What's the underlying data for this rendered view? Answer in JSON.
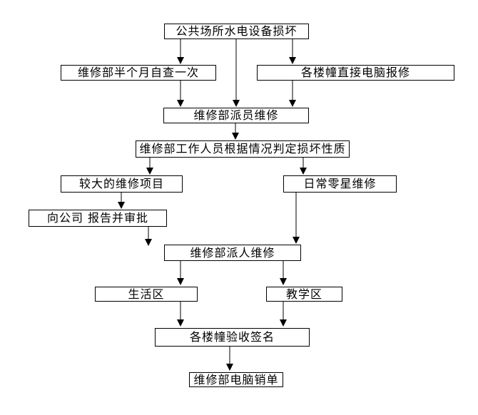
{
  "diagram": {
    "type": "flowchart",
    "colors": {
      "background": "#ffffff",
      "box_border": "#000000",
      "box_fill": "#ffffff",
      "text": "#000000",
      "arrow": "#000000"
    },
    "nodes": [
      {
        "label": "公共场所水电设备损坏"
      },
      {
        "label": "维修部半个月自查一次"
      },
      {
        "label": "各楼幢直接电脑报修"
      },
      {
        "label": "维修部派员维修"
      },
      {
        "label": "维修部工作人员根据情况判定损坏性质"
      },
      {
        "label": "较大的维修项目"
      },
      {
        "label": "日常零星维修"
      },
      {
        "label": "向公司 报告并审批"
      },
      {
        "label": "维修部派人维修"
      },
      {
        "label": "生活区"
      },
      {
        "label": "教学区"
      },
      {
        "label": "各楼幢验收签名"
      },
      {
        "label": "维修部电脑销单"
      }
    ],
    "edges": [
      {
        "from": 0,
        "to": 1
      },
      {
        "from": 0,
        "to": 3
      },
      {
        "from": 0,
        "to": 2
      },
      {
        "from": 1,
        "to": 3
      },
      {
        "from": 2,
        "to": 3
      },
      {
        "from": 3,
        "to": 4
      },
      {
        "from": 4,
        "to": 5
      },
      {
        "from": 4,
        "to": 6
      },
      {
        "from": 5,
        "to": 7
      },
      {
        "from": 6,
        "to": 8
      },
      {
        "from": 7,
        "to": 8
      },
      {
        "from": 8,
        "to": 9
      },
      {
        "from": 8,
        "to": 10
      },
      {
        "from": 9,
        "to": 11
      },
      {
        "from": 10,
        "to": 11
      },
      {
        "from": 11,
        "to": 12
      }
    ]
  }
}
